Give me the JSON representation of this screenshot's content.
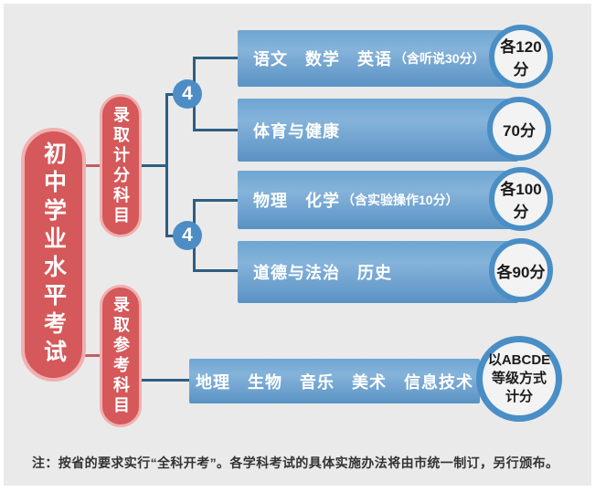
{
  "root": {
    "label": "初中学业水平考试"
  },
  "branches": [
    {
      "label": "录取计分科目"
    },
    {
      "label": "录取参考科目"
    }
  ],
  "count_badges": [
    {
      "value": "4"
    },
    {
      "value": "4"
    }
  ],
  "rows": [
    {
      "subjects": "语文　数学　英语",
      "detail": "（含听说30分）",
      "score": "各120分"
    },
    {
      "subjects": "体育与健康",
      "detail": "",
      "score": "70分"
    },
    {
      "subjects": "物理　化学",
      "detail": "（含实验操作10分）",
      "score": "各100分"
    },
    {
      "subjects": "道德与法治　历史",
      "detail": "",
      "score": "各90分"
    },
    {
      "subjects": "地理　生物　音乐　美术　信息技术",
      "detail": "",
      "score_lines": [
        "以ABCDE",
        "等级方式",
        "计分"
      ]
    }
  ],
  "footnote": "注：按省的要求实行“全科开考”。各学科考试的具体实施办法将由市统一制订，另行颁布。",
  "colors": {
    "background": "#eaeaea",
    "frame": "#ffffff",
    "node_red": "#d5585a",
    "node_red_border": "#f0b0b0",
    "red_line": "#c25f62",
    "blue_line": "#2e5e80",
    "count_circle": "#4d8dc6",
    "bar_blue_light": "#85b3da",
    "bar_blue_dark": "#5a92c4",
    "score_ring": "#4a8ec6",
    "score_fill": "#f3f3f3",
    "bar_text": "#ffffff",
    "score_text": "#1c1c1c",
    "footnote_text": "#333333"
  }
}
